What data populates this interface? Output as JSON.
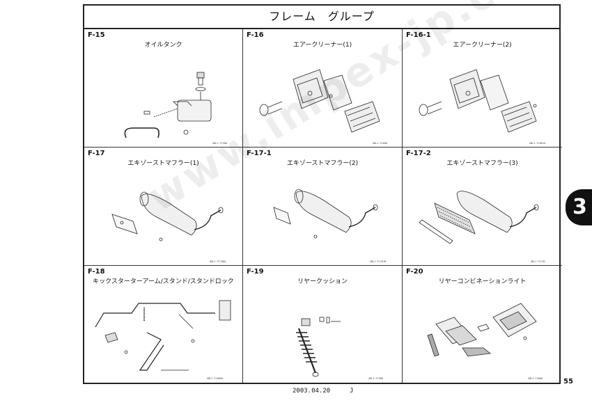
{
  "page": {
    "title": "フレーム　グループ",
    "tab_number": "3",
    "page_number": "55",
    "date": "2003.04.20",
    "edition": "J",
    "watermark": "www.impex-jp.com"
  },
  "diagrams": [
    {
      "code": "F-15",
      "title": "オイルタンク",
      "ref": "GBLJ-F1500"
    },
    {
      "code": "F-16",
      "title": "エアークリーナー(1)",
      "ref": "GBLJ-F1600"
    },
    {
      "code": "F-16-1",
      "title": "エアークリーナー(2)",
      "ref": "GBLJ-F1601A"
    },
    {
      "code": "F-17",
      "title": "エキゾーストマフラー(1)",
      "ref": "GBLJ-F1700A"
    },
    {
      "code": "F-17-1",
      "title": "エキゾーストマフラー(2)",
      "ref": "GBLJ-F1701B"
    },
    {
      "code": "F-17-2",
      "title": "エキゾーストマフラー(3)",
      "ref": "GBLJ-F1702"
    },
    {
      "code": "F-18",
      "title": "キックスターターアーム/スタンド/スタンドロック",
      "ref": "GBLJ-F1800A"
    },
    {
      "code": "F-19",
      "title": "リヤークッション",
      "ref": "GBLJ-F1900"
    },
    {
      "code": "F-20",
      "title": "リヤーコンビネーションライト",
      "ref": "GBLJ-F2000"
    }
  ]
}
